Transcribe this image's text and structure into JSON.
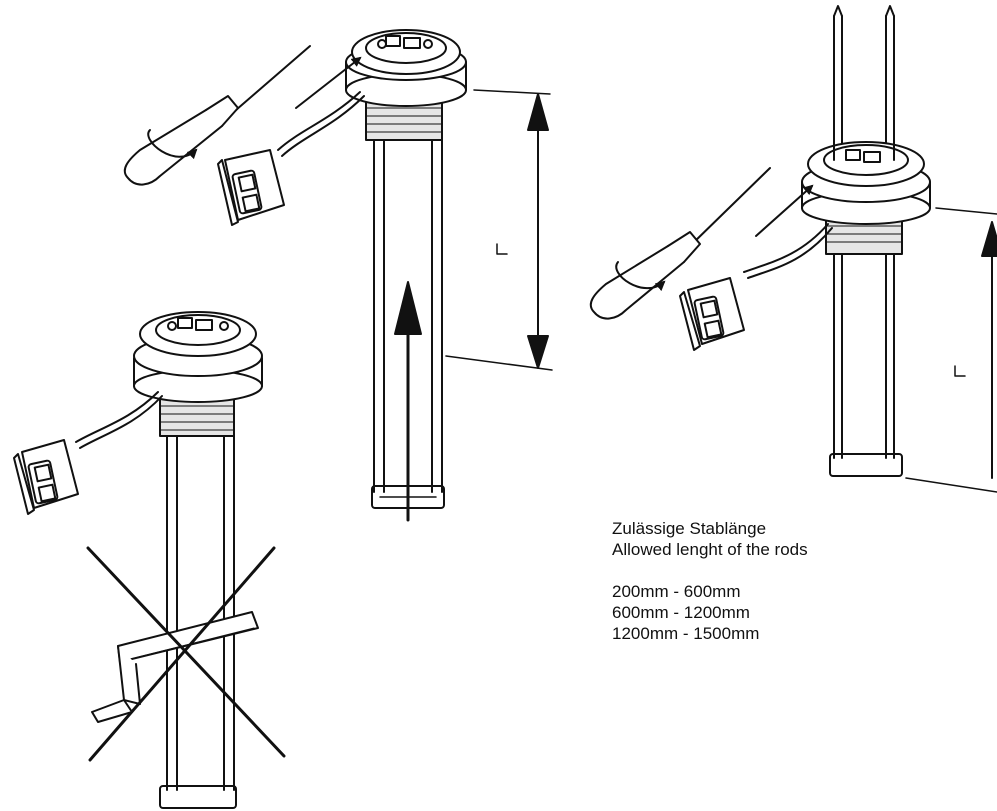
{
  "caption": {
    "title_de": "Zulässige Stablänge",
    "title_en": "Allowed lenght of the rods",
    "ranges": [
      "200mm - 600mm",
      "600mm - 1200mm",
      "1200mm - 1500mm"
    ]
  },
  "dimension_labels": {
    "left_assembly": "L",
    "right_assembly": "L"
  },
  "colors": {
    "ink": "#111111",
    "paper": "#ffffff",
    "thread_fill": "#e6e6e6"
  },
  "icons": [
    "screwdriver-icon",
    "rotate-arrow-icon",
    "connector-plug-icon",
    "hacksaw-icon",
    "cross-out-icon",
    "insert-arrow-icon",
    "dimension-arrow-icon"
  ]
}
